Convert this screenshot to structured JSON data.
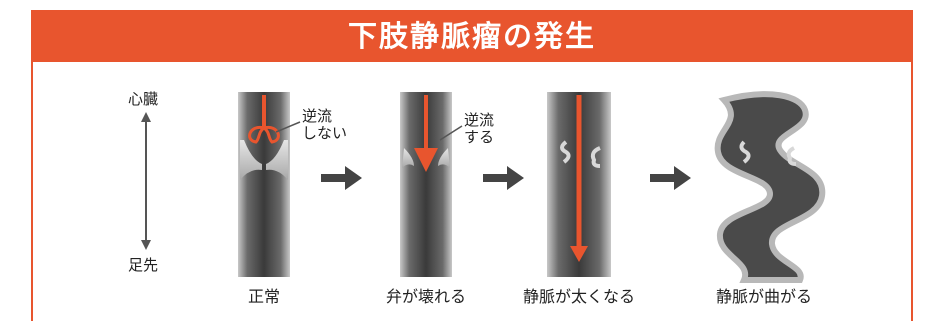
{
  "title": "下肢静脈瘤の発生",
  "axis": {
    "top": "心臓",
    "bottom": "足先"
  },
  "stages": [
    {
      "caption": "正常",
      "note_line1": "逆流",
      "note_line2": "しない"
    },
    {
      "caption": "弁が壊れる",
      "note_line1": "逆流",
      "note_line2": "する"
    },
    {
      "caption": "静脈が太くなる"
    },
    {
      "caption": "静脈が曲がる"
    }
  ],
  "colors": {
    "accent": "#e8552e",
    "vein": "#3a3a3a",
    "arrow": "#444444"
  }
}
